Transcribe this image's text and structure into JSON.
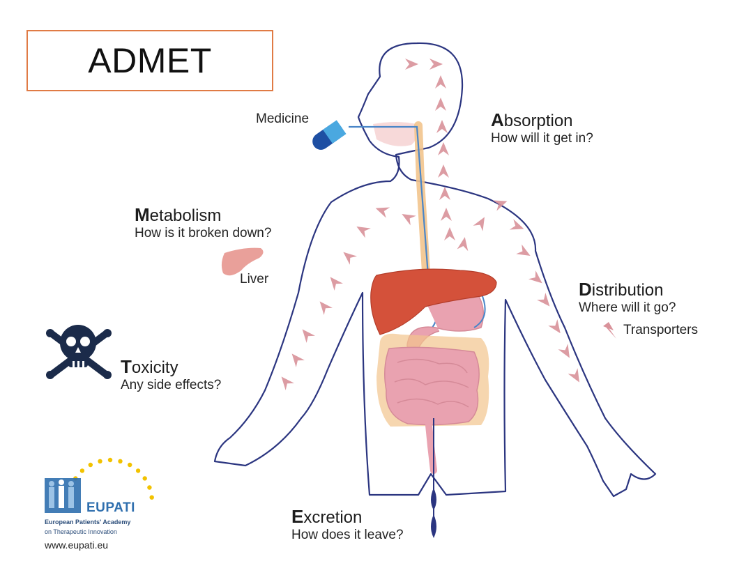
{
  "title": "ADMET",
  "labels": {
    "medicine": "Medicine",
    "liver": "Liver",
    "transporters": "Transporters"
  },
  "stages": {
    "absorption": {
      "initial": "A",
      "rest": "bsorption",
      "question": "How will it get in?"
    },
    "metabolism": {
      "initial": "M",
      "rest": "etabolism",
      "question": "How is it broken down?"
    },
    "distribution": {
      "initial": "D",
      "rest": "istribution",
      "question": "Where will it go?"
    },
    "toxicity": {
      "initial": "T",
      "rest": "oxicity",
      "question": "Any side effects?"
    },
    "excretion": {
      "initial": "E",
      "rest": "xcretion",
      "question": "How does it leave?"
    }
  },
  "logo": {
    "name": "EUPATI",
    "line1": "European Patients' Academy",
    "line2": "on Therapeutic Innovation",
    "url": "www.eupati.eu"
  },
  "colors": {
    "outline": "#2b3580",
    "arrow": "#d9929a",
    "liver": "#d4513a",
    "intestine": "#e79aaa",
    "esophagus": "#f2c48d",
    "pill": "#1e4fa3",
    "title_border": "#e07b45",
    "logo_blue": "#2f6fae",
    "logo_stars": "#f2c200"
  },
  "icons": [
    "pill-icon",
    "liver-icon",
    "skull-crossbones-icon",
    "transporter-arrow-icon"
  ]
}
